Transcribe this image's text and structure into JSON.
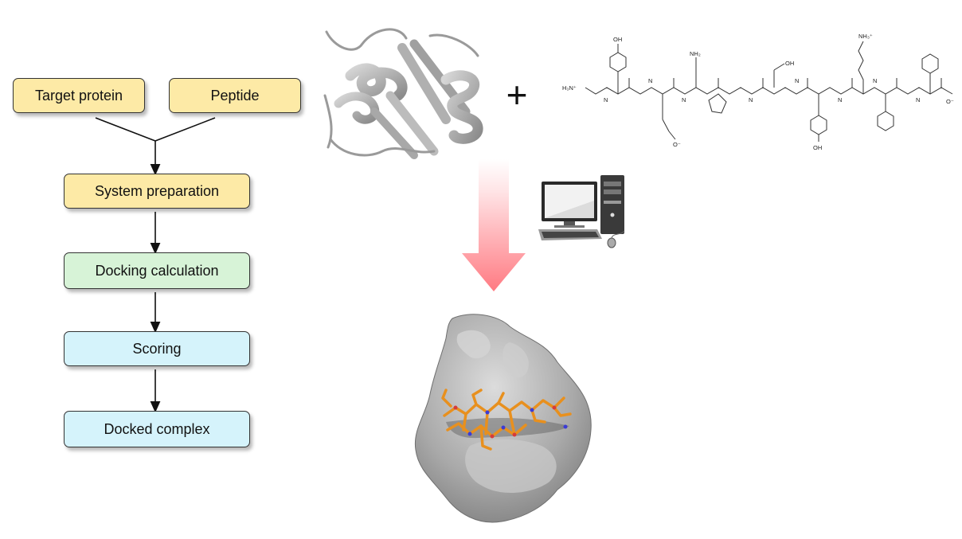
{
  "flow": {
    "target_protein": "Target protein",
    "peptide": "Peptide",
    "system_preparation": "System preparation",
    "docking_calculation": "Docking calculation",
    "scoring": "Scoring",
    "docked_complex": "Docked complex"
  },
  "operator": {
    "plus": "+"
  },
  "structure_labels": {
    "nh3_n": "H₃N⁺",
    "oh_top": "OH",
    "nh2": "NH₂",
    "oh_thr": "OH",
    "nh3_lys": "NH₃⁺",
    "n1": "N",
    "n2": "N",
    "n3": "N",
    "n4": "N",
    "n5": "N",
    "n6": "N",
    "n7": "N",
    "n8": "N",
    "carboxylate_glu": "O⁻",
    "carboxylate_c": "O⁻",
    "oh_bottom": "OH"
  },
  "colors": {
    "yellow_box": "#fdeaa6",
    "green_box": "#d7f3d7",
    "blue_box": "#d5f3fb",
    "arrow_gradient_top": "#ffffff",
    "arrow_gradient_bottom": "#ff7a82",
    "protein_gray": "#9a9a9a",
    "peptide_orange": "#e8901e"
  }
}
